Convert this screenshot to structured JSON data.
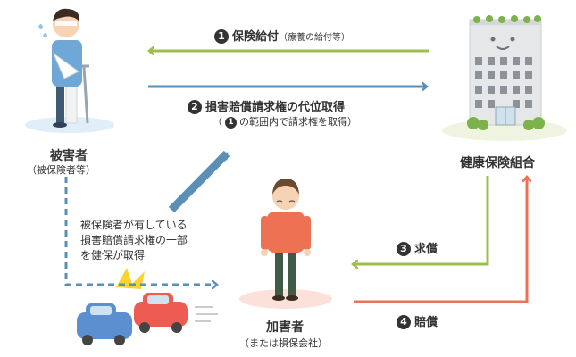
{
  "nodes": {
    "victim": {
      "name": "被害者",
      "sub": "（被保険者等）"
    },
    "insurer": {
      "name": "健康保険組合"
    },
    "perpetrator": {
      "name": "加害者",
      "sub": "（または損保会社）"
    }
  },
  "steps": {
    "s1": {
      "num": "1",
      "label": "保険給付",
      "detail": "（療養の給付等）"
    },
    "s2": {
      "num": "2",
      "label": "損害賠償請求権の代位取得",
      "note_pre": "（",
      "note_num": "1",
      "note_post": "の範囲内で請求権を取得）"
    },
    "s3": {
      "num": "3",
      "label": "求償"
    },
    "s4": {
      "num": "4",
      "label": "賠償"
    }
  },
  "note": {
    "line1": "被保険者が有している",
    "line2": "損害賠償請求権の一部",
    "line3": "を健保が取得"
  },
  "colors": {
    "green_arrow": "#9bbf4a",
    "blue_arrow": "#5b8fb5",
    "red_arrow": "#ee7153",
    "step_circle": "#333333"
  }
}
